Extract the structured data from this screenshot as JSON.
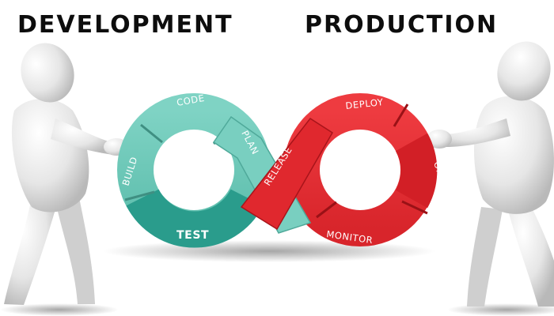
{
  "headings": {
    "development": "DEVELOPMENT",
    "production": "PRODUCTION"
  },
  "loop": {
    "dev_stages": [
      "CODE",
      "BUILD",
      "TEST",
      "PLAN"
    ],
    "ops_stages": [
      "RELEASE",
      "DEPLOY",
      "OPERATE",
      "MONITOR"
    ]
  },
  "colors": {
    "dev": "#6ec8b8",
    "dev_dark": "#2a9c8c",
    "ops": "#e23036",
    "ops_dark": "#b7161d",
    "figure": "#ececec"
  },
  "figures": [
    "left-person-figure",
    "right-person-figure"
  ]
}
